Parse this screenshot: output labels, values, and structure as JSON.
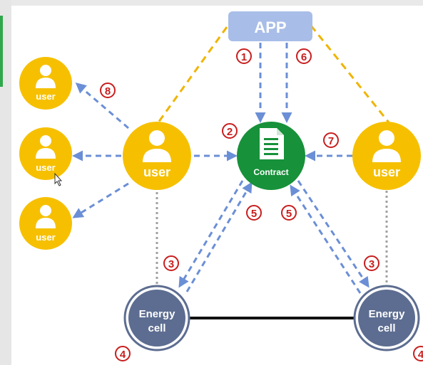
{
  "app": {
    "label": "APP"
  },
  "contract": {
    "label": "Contract"
  },
  "users": {
    "main_left": "user",
    "right": "user",
    "small_top": "user",
    "small_mid": "user",
    "small_bottom": "user"
  },
  "energy_cells": {
    "left": {
      "line1": "Energy",
      "line2": "cell"
    },
    "right": {
      "line1": "Energy",
      "line2": "cell"
    }
  },
  "step_markers": {
    "s1": "1",
    "s6": "6",
    "s2": "2",
    "s7": "7",
    "s8": "8",
    "s5_left": "5",
    "s5_right": "5",
    "s3_left": "3",
    "s3_right": "3",
    "s4_left": "4",
    "s4_right": "4"
  },
  "colors": {
    "user_fill": "#f6c000",
    "contract_fill": "#17913a",
    "cell_fill": "#5d6d91",
    "app_fill": "#a8bde8",
    "arrow_blue": "#6b8fd6",
    "dash_orange": "#f0b400",
    "step_red": "#c81e1e"
  }
}
